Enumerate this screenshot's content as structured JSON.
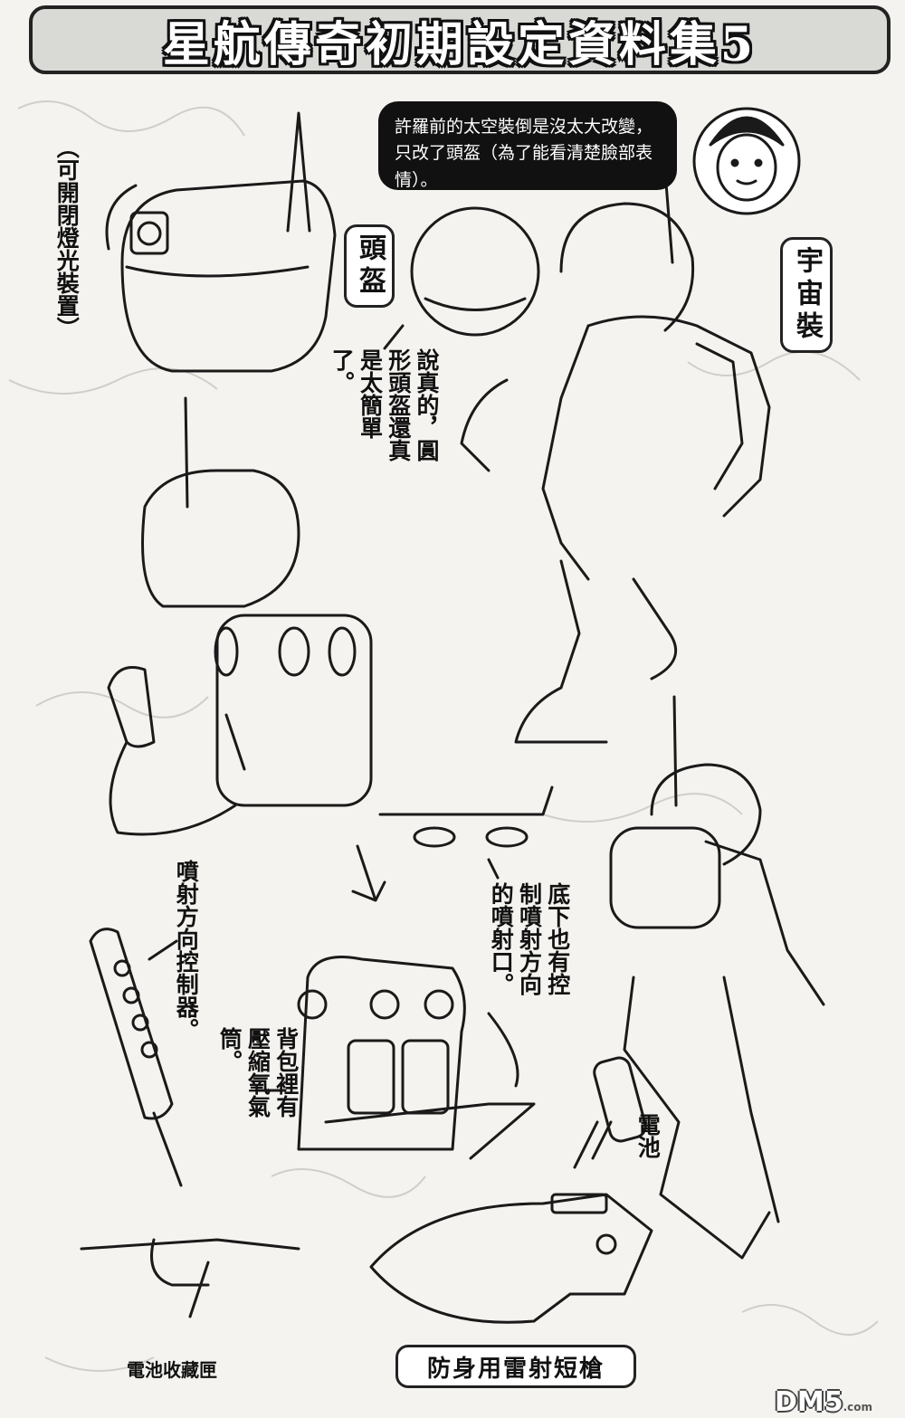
{
  "title": "星航傳奇初期設定資料集5",
  "notes": {
    "light_device": "（可開閉燈光裝置）",
    "helmet_round": "說真的，圓形頭盔還真是太簡單了。",
    "jet_controller": "噴射方向控制器。",
    "bottom_nozzle": "底下也有控制噴射方向的噴射口。",
    "backpack_tanks": "背包裡有壓縮氧氣筒。",
    "battery": "電池",
    "battery_compartment": "電池收藏匣"
  },
  "speech_bubble": "許羅前的太空裝倒是沒太大改變，只改了頭盔（為了能看清楚臉部表情）。",
  "boxes": {
    "helmet": "頭盔",
    "spacesuit": "宇宙裝",
    "laser_gun": "防身用雷射短槍"
  },
  "logo": {
    "main": "DM5",
    "suffix": ".com"
  }
}
